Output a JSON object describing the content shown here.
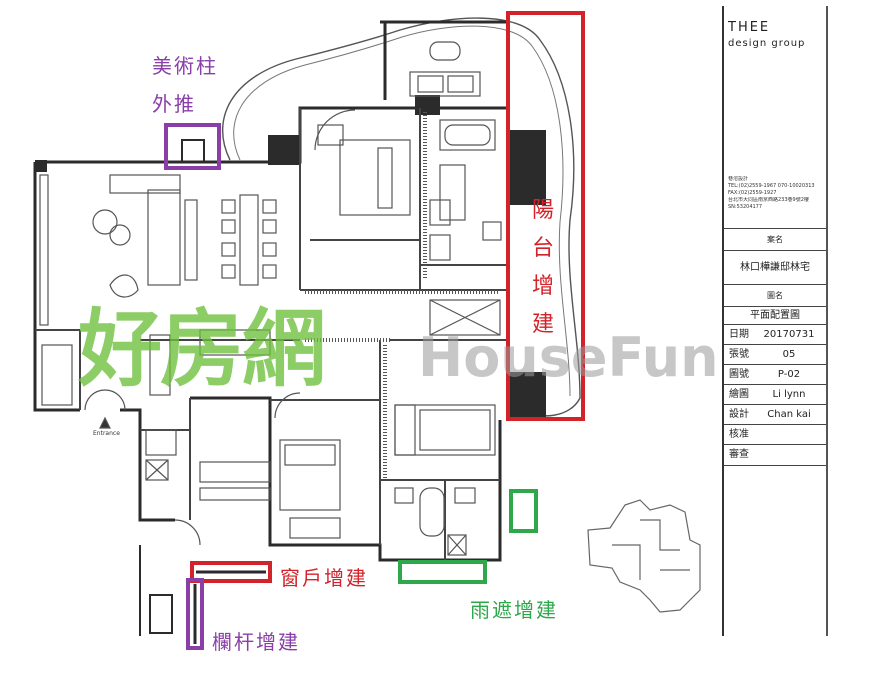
{
  "title_block": {
    "brand_line1": "THEE",
    "brand_line2": "design group",
    "contact_lines": [
      "巷溶設計",
      "TEL:(02)2559-1967 070-10020313",
      "FAX:(02)2559-1927",
      "台北市大同區南京西路233巷9號2樓",
      "SN:53204177"
    ],
    "case_name_header": "案名",
    "case_name": "林口樺謙邸林宅",
    "drawing_name_header": "圖名",
    "drawing_name": "平面配置圖",
    "rows": [
      {
        "key": "日期",
        "value": "20170731"
      },
      {
        "key": "張號",
        "value": "05"
      },
      {
        "key": "圖號",
        "value": "P-02"
      },
      {
        "key": "繪圖",
        "value": "Li lynn"
      },
      {
        "key": "設計",
        "value": "Chan kai"
      },
      {
        "key": "核准",
        "value": ""
      },
      {
        "key": "審查",
        "value": ""
      }
    ]
  },
  "annotations": {
    "art_column": "美術柱",
    "push_out": "外推",
    "balcony_addition": [
      "陽",
      "台",
      "增",
      "建"
    ],
    "window_addition": "窗戶增建",
    "canopy_addition": "雨遮增建",
    "railing_addition": "欄杆增建",
    "entrance": "Entrance"
  },
  "watermark": {
    "chinese": "好房網",
    "latin": "HouseFun"
  },
  "colors": {
    "purple": "#8a3fa8",
    "red": "#d2232a",
    "green": "#2ea84a",
    "wall": "#2b2b2b",
    "line": "#555555",
    "watermark_green": "#6cbf3c",
    "watermark_grey": "#9a9a9a"
  }
}
